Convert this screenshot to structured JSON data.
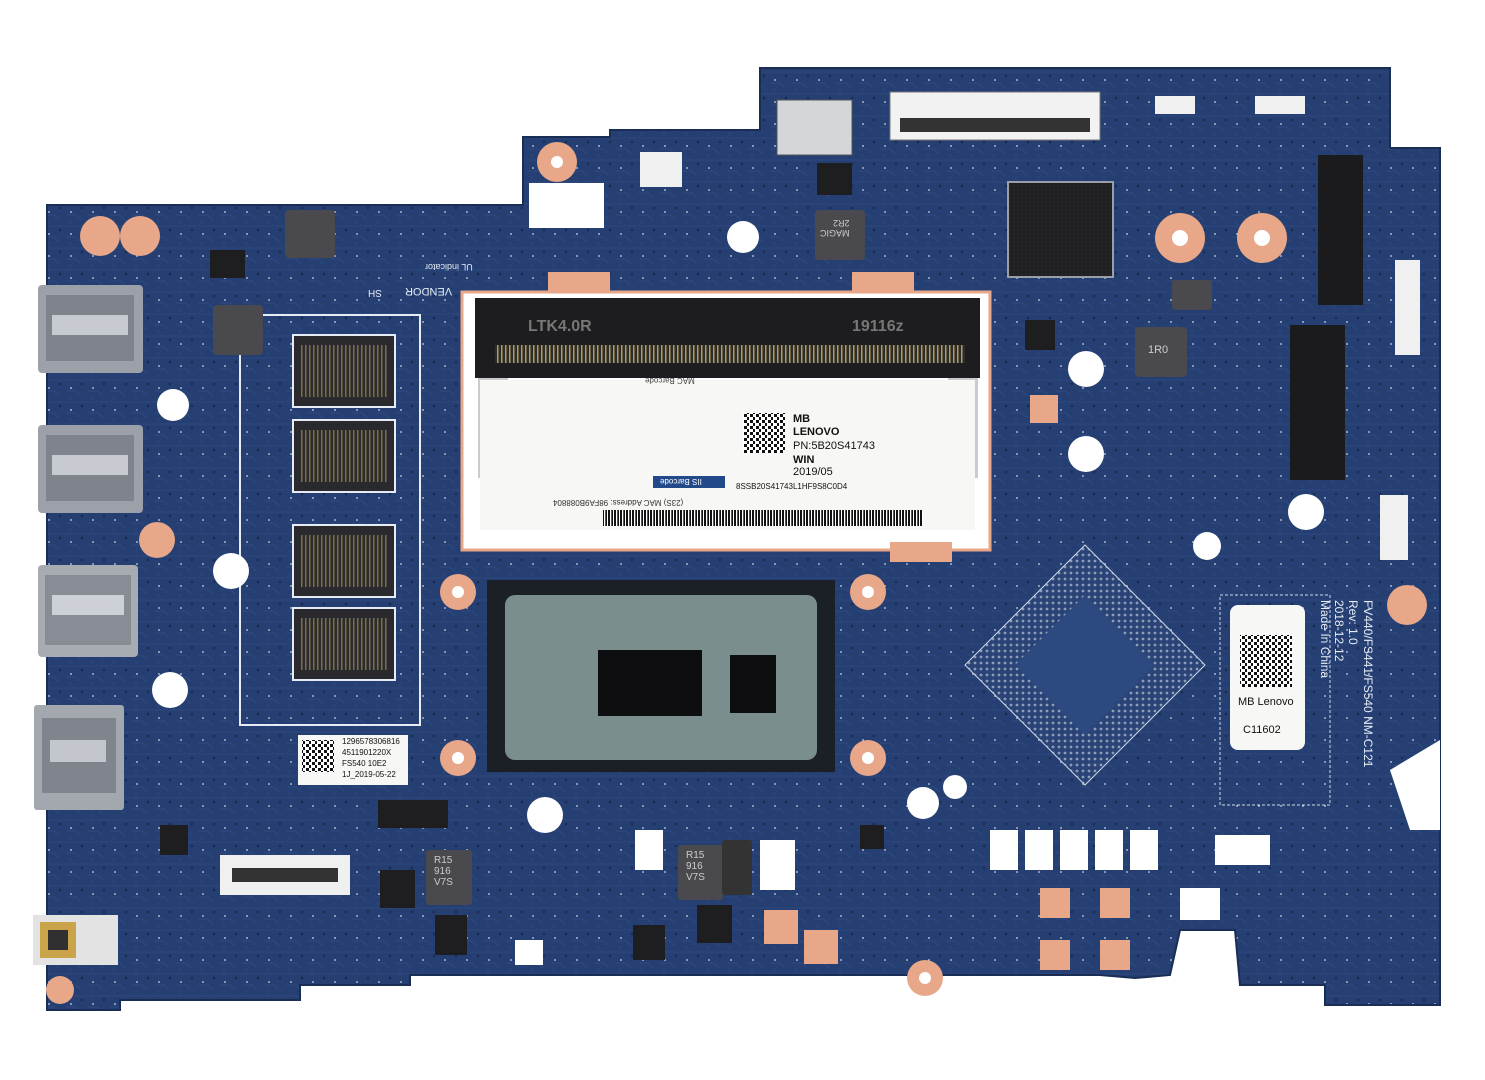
{
  "colors": {
    "board": "#253f72",
    "board_dark": "#1b2f57",
    "copper_pad": "#e8a788",
    "metal": "#b9bcc2",
    "chip": "#1a1a1c",
    "sticker": "#f7f7f5"
  },
  "dimm_slot": {
    "left_marking": "LTK4.0R",
    "right_marking": "19116z",
    "barcode_caption": "MAC Barcode"
  },
  "mb_label": {
    "line1": "MB",
    "line2": "LENOVO",
    "line3": "PN:5B20S41743",
    "line4": "WIN",
    "line5": "2019/05",
    "serial": "8SSB20S41743L1HF9S8C0D4",
    "barcode_tag": "IIS Barcode",
    "mac_line": "(23S) MAC Address: 98FA9B088804"
  },
  "board_marking": {
    "model": "FV440/FS441/FS540 NM-C121",
    "rev": "Rev: 1.0",
    "date": "2018-12-12",
    "origin": "Made In China"
  },
  "small_label": {
    "title": "MB Lenovo",
    "code": "C11602"
  },
  "white_label": {
    "line1": "1296578306816",
    "line2": "4511901220X",
    "line3": "FS540      10E2",
    "line4": "1J_2019-05-22"
  },
  "silkscreen": {
    "vendor": "VENDOR",
    "sh": "SH",
    "ul_indicator": "UL indicator",
    "inductor_1": "1R0",
    "inductor_2": "R15\n916\nV7S",
    "inductor_3": "R15\n916\nV7S",
    "inductor_magic": "MAGIC\n2R2"
  }
}
